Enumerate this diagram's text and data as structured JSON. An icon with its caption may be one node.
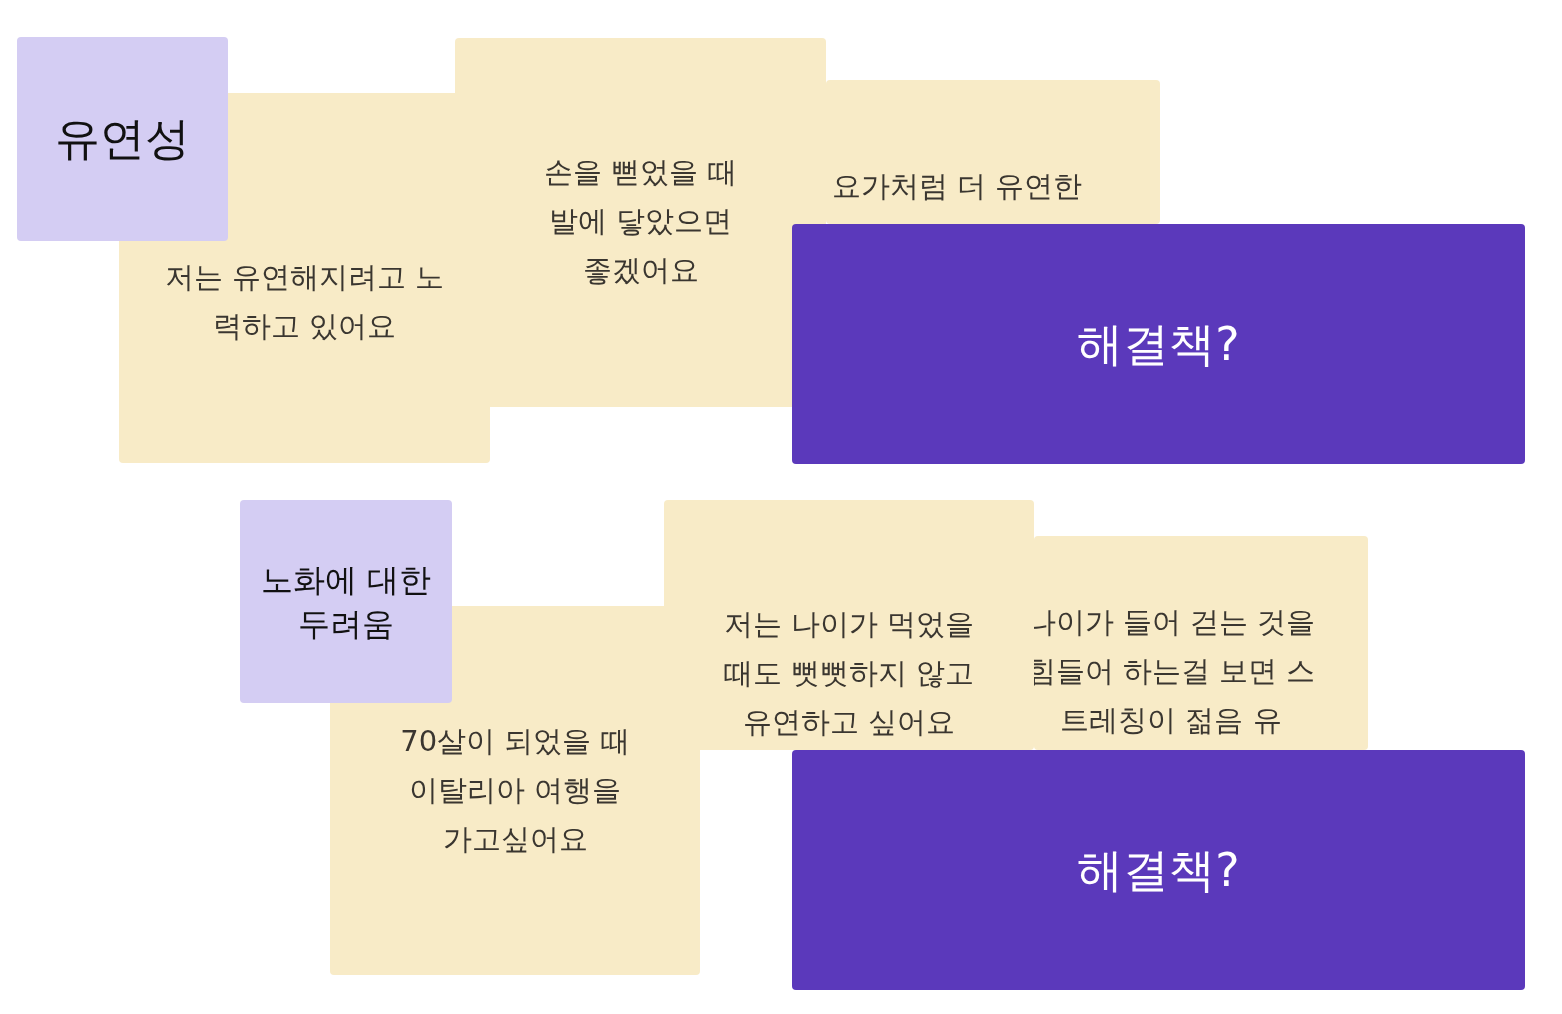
{
  "diagram": {
    "nodes": [
      {
        "text": [
          "유연성"
        ]
      },
      {
        "text": [
          "저는 유연해지려고 노력하고 있어요"
        ]
      },
      {
        "text": [
          "손을 뻗었을 때 발에 닿았으면 좋겠어요"
        ]
      },
      {
        "text": [
          "요가처럼 더 유연한"
        ]
      },
      {
        "text": [
          "해결책?"
        ]
      },
      {
        "text": [
          "노화에 대한 두려움"
        ]
      },
      {
        "text": [
          "70살이 되었을 때 이탈리아 여행을 가고싶어요"
        ]
      },
      {
        "text": [
          "저는 나이가 먹었을 때도 뻣뻣하지 않고 유연하고 싶어요"
        ]
      },
      {
        "text": [
          "나이가 들어 걷는 것을 힘들어 하는걸 보면 스트레칭이 젊음 유"
        ]
      },
      {
        "text": [
          "해결책?"
        ]
      }
    ]
  }
}
